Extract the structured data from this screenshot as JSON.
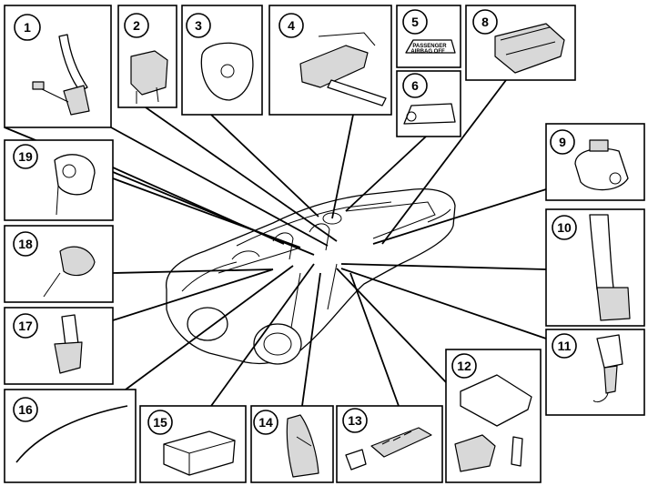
{
  "callouts": [
    {
      "id": "c1",
      "number": "1",
      "icon": "seat-belt-pretensioner-icon"
    },
    {
      "id": "c2",
      "number": "2",
      "icon": "sensor-module-icon"
    },
    {
      "id": "c3",
      "number": "3",
      "icon": "steering-wheel-airbag-icon"
    },
    {
      "id": "c4",
      "number": "4",
      "icon": "steering-column-icon"
    },
    {
      "id": "c5",
      "number": "5",
      "icon": "passenger-airbag-off-indicator-icon"
    },
    {
      "id": "c6",
      "number": "6",
      "icon": "indicator-lamp-icon"
    },
    {
      "id": "c8",
      "number": "8",
      "icon": "passenger-airbag-module-icon"
    },
    {
      "id": "c9",
      "number": "9",
      "icon": "switch-icon"
    },
    {
      "id": "c10",
      "number": "10",
      "icon": "seat-belt-retractor-icon"
    },
    {
      "id": "c11",
      "number": "11",
      "icon": "seat-belt-buckle-icon"
    },
    {
      "id": "c12",
      "number": "12",
      "icon": "control-module-bracket-icon"
    },
    {
      "id": "c13",
      "number": "13",
      "icon": "side-impact-sensor-icon"
    },
    {
      "id": "c14",
      "number": "14",
      "icon": "seat-side-airbag-icon"
    },
    {
      "id": "c15",
      "number": "15",
      "icon": "airbag-control-module-icon"
    },
    {
      "id": "c16",
      "number": "16",
      "icon": "inflatable-curtain-icon"
    },
    {
      "id": "c17",
      "number": "17",
      "icon": "buckle-switch-icon"
    },
    {
      "id": "c18",
      "number": "18",
      "icon": "rear-pretensioner-icon"
    },
    {
      "id": "c19",
      "number": "19",
      "icon": "occupant-sensor-icon"
    }
  ],
  "indicator_text": {
    "line1": "PASSENGER",
    "line2": "AIRBAG OFF"
  },
  "car": {
    "icon": "vehicle-cutaway-icon"
  }
}
